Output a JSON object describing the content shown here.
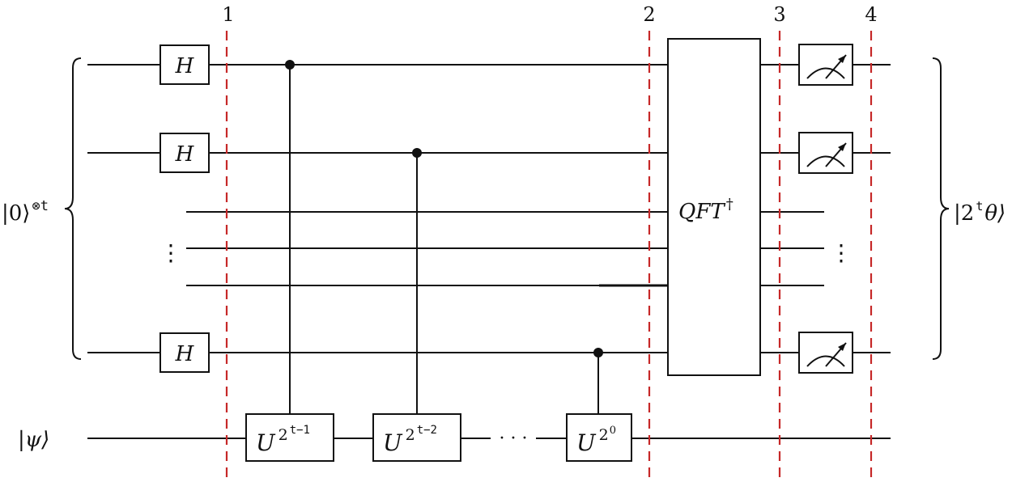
{
  "diagram": {
    "barrier_labels": [
      "1",
      "2",
      "3",
      "4"
    ],
    "gates": {
      "hadamard": "H",
      "qft": {
        "base": "QFT",
        "sup": "†"
      },
      "u_base": "U",
      "u_1": {
        "base": "2",
        "sup": "t−1"
      },
      "u_2": {
        "base": "2",
        "sup": "t−2"
      },
      "u_3": {
        "base": "2",
        "sup": "0"
      }
    },
    "inputs": {
      "register": {
        "ket": "|0⟩",
        "sup": "⊗t"
      },
      "target": "|ψ⟩"
    },
    "output": {
      "open": "|2",
      "sup": "t",
      "close": "θ⟩"
    },
    "dots_horizontal": "· · ·",
    "dots_vertical": "⋮"
  }
}
